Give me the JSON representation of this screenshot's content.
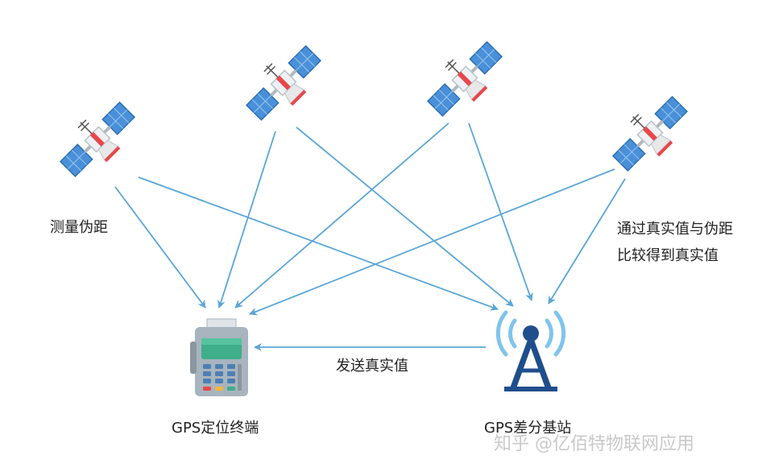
{
  "labels": {
    "measure_pseudorange": "测量伪距",
    "compare_line1": "通过真实值与伪距",
    "compare_line2": "比较得到真实值",
    "send_true_value": "发送真实值",
    "gps_terminal": "GPS定位终端",
    "gps_base_station": "GPS差分基站"
  },
  "watermark": "知乎 @亿佰特物联网应用",
  "colors": {
    "arrow": "#5aa6d6",
    "solar_panel": "#4a90d9",
    "satellite_accent": "#e8474b",
    "terminal_body": "#a8b4be",
    "terminal_screen": "#3fae8a",
    "tower": "#1f4e8c",
    "signal_waves": "#7fc4ec"
  }
}
